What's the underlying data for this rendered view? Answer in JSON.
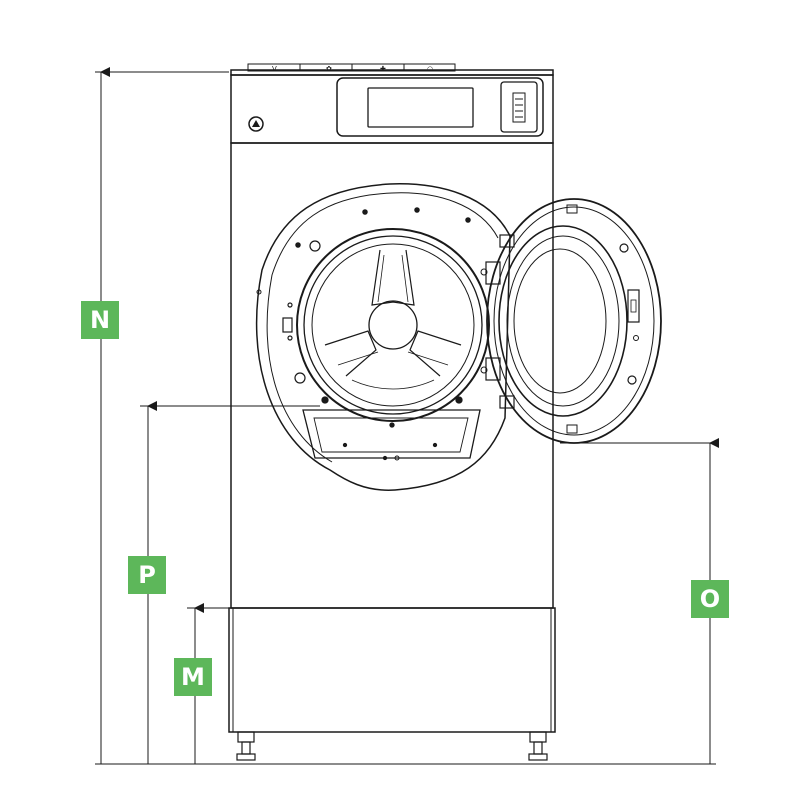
{
  "dimension_labels": {
    "overall_height": "N",
    "door_sill_height": "P",
    "pedestal_height": "M",
    "door_clearance_height": "O"
  },
  "colors": {
    "label_background": "#5DB75A",
    "label_text": "#FFFFFF",
    "line": "#1A1A1A",
    "background": "#FFFFFF"
  }
}
